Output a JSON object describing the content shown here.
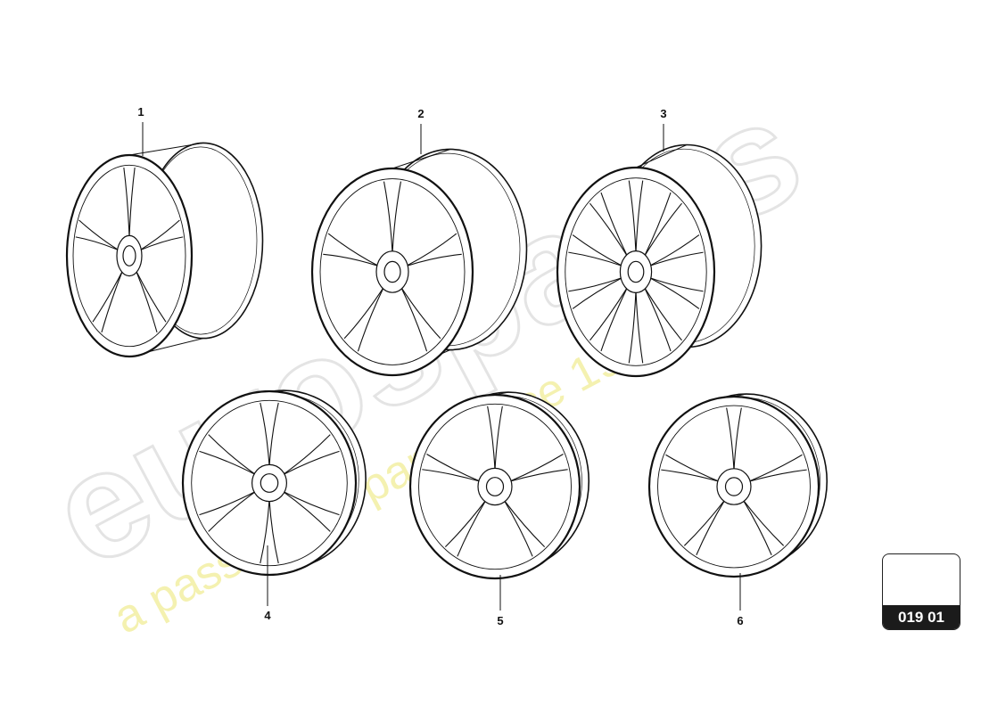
{
  "watermark": {
    "brand": "eurospares",
    "tagline": "a passion for parts since 1985"
  },
  "callouts": [
    {
      "label": "1"
    },
    {
      "label": "2"
    },
    {
      "label": "3"
    },
    {
      "label": "4"
    },
    {
      "label": "5"
    },
    {
      "label": "6"
    }
  ],
  "badge": {
    "code": "019 01"
  },
  "colors": {
    "line": "#111111",
    "watermark_gray": "#e6e6e6",
    "watermark_yellow": "#f3f0a8"
  }
}
